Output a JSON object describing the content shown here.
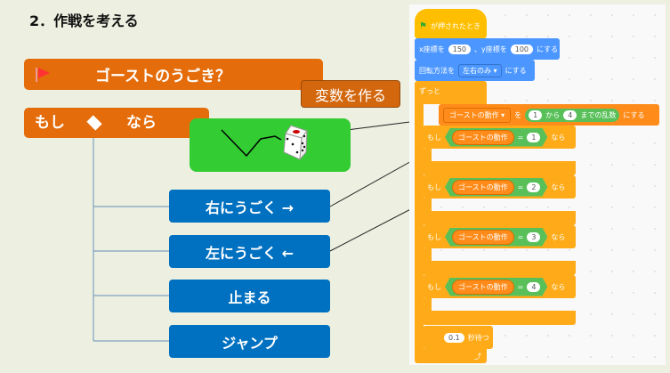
{
  "title": "2．作戦を考える",
  "diagram": {
    "event_bar": "ゴーストのうごき？",
    "if_label": "もし",
    "then_label": "なら",
    "callout": "変数を作る",
    "buttons": [
      "右にうごく →",
      "左にうごく ←",
      "止まる",
      "ジャンプ"
    ]
  },
  "scratch": {
    "hat": "が押されたとき",
    "goto": {
      "x_label": "x座標を",
      "x": "150",
      "y_label": "、y座標を",
      "y": "100",
      "suffix": "にする"
    },
    "rotation": {
      "label": "回転方法を",
      "value": "左右のみ ▾",
      "suffix": "にする"
    },
    "forever": "ずっと",
    "setvar": {
      "var": "ゴーストの動作 ▾",
      "to": "を",
      "from": "1",
      "kara": "から",
      "to_val": "4",
      "random": "までの乱数",
      "suffix": "にする"
    },
    "ifs": [
      {
        "if": "もし",
        "var": "ゴーストの動作",
        "eq": "=",
        "value": "1",
        "then": "なら"
      },
      {
        "if": "もし",
        "var": "ゴーストの動作",
        "eq": "=",
        "value": "2",
        "then": "なら"
      },
      {
        "if": "もし",
        "var": "ゴーストの動作",
        "eq": "=",
        "value": "3",
        "then": "なら"
      },
      {
        "if": "もし",
        "var": "ゴーストの動作",
        "eq": "=",
        "value": "4",
        "then": "なら"
      }
    ],
    "wait": {
      "value": "0.1",
      "label": "秒待つ"
    },
    "loop_arrow": "⤴"
  },
  "colors": {
    "event": "#E46C0A",
    "action": "#0070C0",
    "green": "#33CC33",
    "scratch_control": "#FFAB19",
    "scratch_motion": "#4C97FF",
    "scratch_event": "#FFBF00",
    "scratch_var": "#FF8C1A",
    "scratch_op": "#59C059"
  }
}
